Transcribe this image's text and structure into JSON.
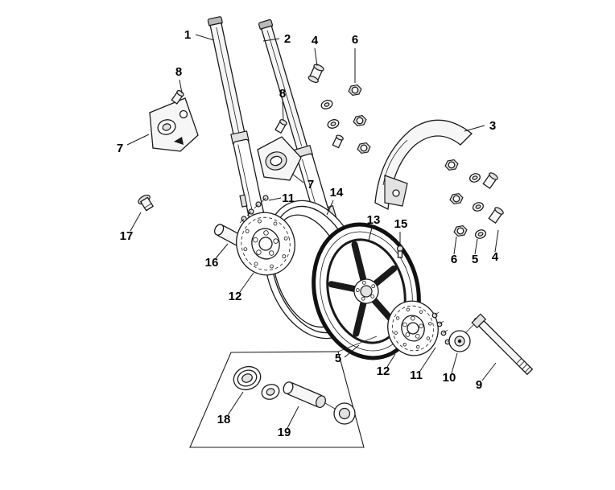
{
  "diagram": {
    "background": "#ffffff",
    "line_color": "#1a1a1a",
    "labels": [
      {
        "text": "1"
      },
      {
        "text": "2"
      },
      {
        "text": "4"
      },
      {
        "text": "6"
      },
      {
        "text": "8"
      },
      {
        "text": "8"
      },
      {
        "text": "3"
      },
      {
        "text": "7"
      },
      {
        "text": "7"
      },
      {
        "text": "11"
      },
      {
        "text": "14"
      },
      {
        "text": "17"
      },
      {
        "text": "13"
      },
      {
        "text": "15"
      },
      {
        "text": "16"
      },
      {
        "text": "6"
      },
      {
        "text": "5"
      },
      {
        "text": "4"
      },
      {
        "text": "12"
      },
      {
        "text": "5"
      },
      {
        "text": "12"
      },
      {
        "text": "11"
      },
      {
        "text": "10"
      },
      {
        "text": "9"
      },
      {
        "text": "18"
      },
      {
        "text": "19"
      }
    ]
  }
}
